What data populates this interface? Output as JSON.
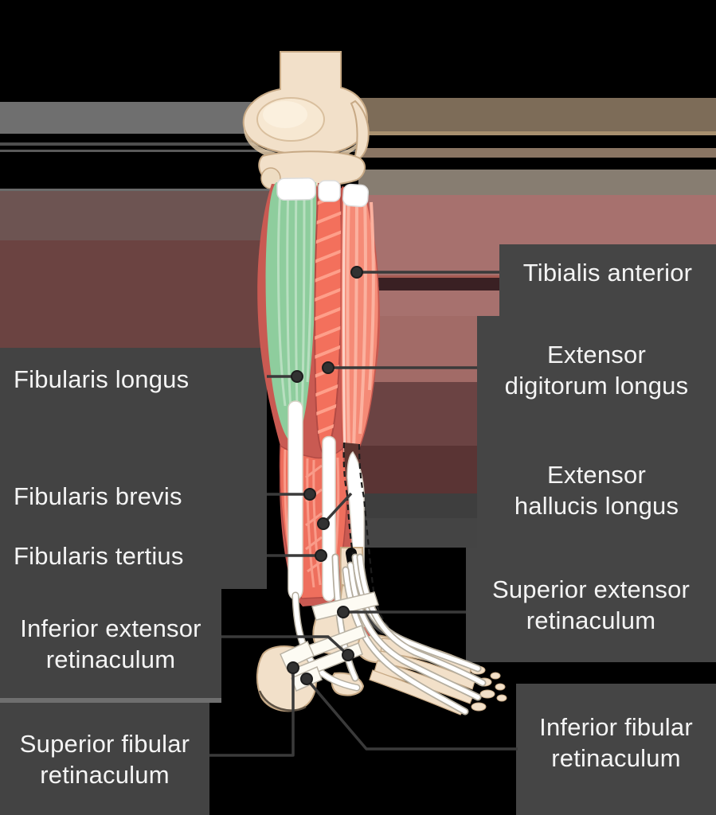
{
  "figure": {
    "subject": "Lateral view of the lower leg and foot showing fibularis muscles, extensor muscles and retinacula"
  },
  "labels": {
    "left": [
      {
        "id": "fibularis-longus",
        "text": "Fibularis longus"
      },
      {
        "id": "fibularis-brevis",
        "text": "Fibularis brevis"
      },
      {
        "id": "fibularis-tertius",
        "text": "Fibularis tertius"
      },
      {
        "id": "inferior-extensor-retinaculum",
        "line1": "Inferior extensor",
        "line2": "retinaculum"
      },
      {
        "id": "superior-fibular-retinaculum",
        "line1": "Superior fibular",
        "line2": "retinaculum"
      }
    ],
    "right": [
      {
        "id": "tibialis-anterior",
        "text": "Tibialis anterior"
      },
      {
        "id": "extensor-digitorum-longus",
        "line1": "Extensor",
        "line2": "digitorum longus"
      },
      {
        "id": "extensor-hallucis-longus",
        "line1": "Extensor",
        "line2": "hallucis longus"
      },
      {
        "id": "superior-extensor-retinaculum",
        "line1": "Superior extensor",
        "line2": "retinaculum"
      },
      {
        "id": "inferior-fibular-retinaculum",
        "line1": "Inferior fibular",
        "line2": "retinaculum"
      }
    ]
  },
  "colors": {
    "panel_gray": "#454545",
    "label_text": "#f4f4f4",
    "connector": "#3a3a3a",
    "muscle_green": "#8ecd9d",
    "muscle_red": "#f3705c",
    "muscle_salmon": "#f58a76",
    "tendon_white": "#ffffff",
    "bone_beige": "#f2e0c9",
    "band_maroon_left": "#6b4341",
    "band_mauve_right": "#a7716e",
    "band_gray": "#6f6f6f",
    "band_tan": "#7d6c58",
    "background": "#000000"
  }
}
